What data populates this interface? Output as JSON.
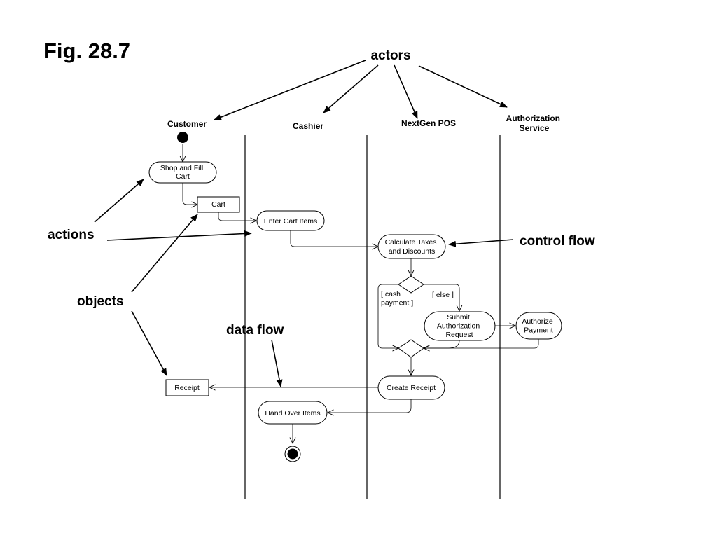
{
  "figure": {
    "title": "Fig. 28.7"
  },
  "callouts": {
    "actors": "actors",
    "actions": "actions",
    "objects": "objects",
    "data_flow": "data flow",
    "control_flow": "control flow"
  },
  "lanes": [
    {
      "lines": [
        "Customer"
      ]
    },
    {
      "lines": [
        "Cashier"
      ]
    },
    {
      "lines": [
        "NextGen POS"
      ]
    },
    {
      "lines": [
        "Authorization",
        "Service"
      ]
    }
  ],
  "actions": {
    "shop_fill_cart": [
      "Shop and Fill",
      "Cart"
    ],
    "enter_cart_items": [
      "Enter Cart Items"
    ],
    "calculate_taxes": [
      "Calculate Taxes",
      "and Discounts"
    ],
    "submit_authorization": [
      "Submit",
      "Authorization",
      "Request"
    ],
    "authorize_payment": [
      "Authorize",
      "Payment"
    ],
    "create_receipt": [
      "Create Receipt"
    ],
    "hand_over_items": [
      "Hand Over Items"
    ]
  },
  "objects": {
    "cart": "Cart",
    "receipt": "Receipt"
  },
  "guards": {
    "cash_payment": [
      "[ cash",
      "payment ]"
    ],
    "else": "[ else ]"
  }
}
